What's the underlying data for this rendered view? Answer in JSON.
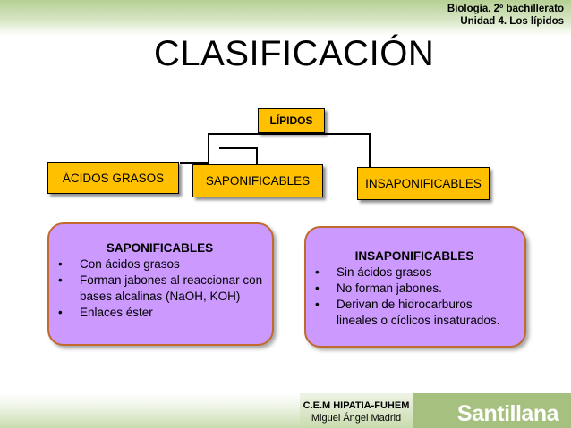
{
  "header": {
    "course_line": "Biología. 2º bachillerato",
    "unit_line": "Unidad 4. Los lípidos"
  },
  "slide": {
    "title": "CLASIFICACIÓN"
  },
  "tree": {
    "root": "LÍPIDOS",
    "children": [
      "ÁCIDOS GRASOS",
      "SAPONIFICABLES",
      "INSAPONIFICABLES"
    ]
  },
  "panels": {
    "saponificables": {
      "heading": "SAPONIFICABLES",
      "items": [
        "Con ácidos grasos",
        "Forman jabones al reaccionar con bases alcalinas (NaOH, KOH)",
        "Enlaces éster"
      ]
    },
    "insaponificables": {
      "heading": "INSAPONIFICABLES",
      "items": [
        "Sin ácidos grasos",
        "No forman jabones.",
        "Derivan de hidrocarburos lineales o cíclicos insaturados."
      ]
    }
  },
  "footer": {
    "school": "C.E.M HIPATIA-FUHEM",
    "author": "Miguel Ángel Madrid",
    "brand": "Santillana"
  },
  "colors": {
    "box_fill": "#ffc000",
    "panel_fill": "#cc99ff",
    "panel_border": "#c06a2d",
    "bar_green": "#a6c080"
  }
}
